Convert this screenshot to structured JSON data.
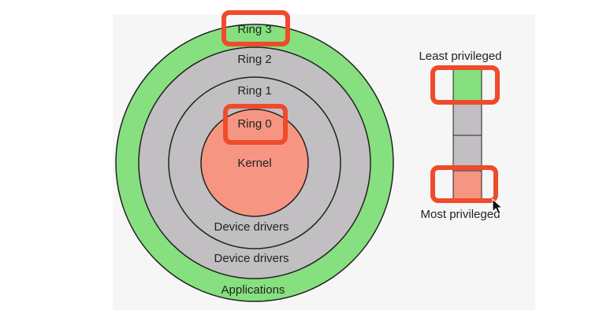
{
  "rings": {
    "ring3_label": "Ring 3",
    "ring2_label": "Ring 2",
    "ring1_label": "Ring 1",
    "ring0_label": "Ring 0",
    "kernel_label": "Kernel",
    "ring1_content": "Device drivers",
    "ring2_content": "Device drivers",
    "ring3_content": "Applications"
  },
  "legend": {
    "top_label": "Least privileged",
    "bottom_label": "Most privileged"
  },
  "colors": {
    "ring3_fill": "#86e07f",
    "ring2_fill": "#c1bfc2",
    "ring1_fill": "#c1bfc2",
    "ring0_fill": "#f69682",
    "highlight": "#f04a2c",
    "outline": "#222222"
  },
  "icons": {
    "cursor": "mouse-pointer-icon"
  }
}
